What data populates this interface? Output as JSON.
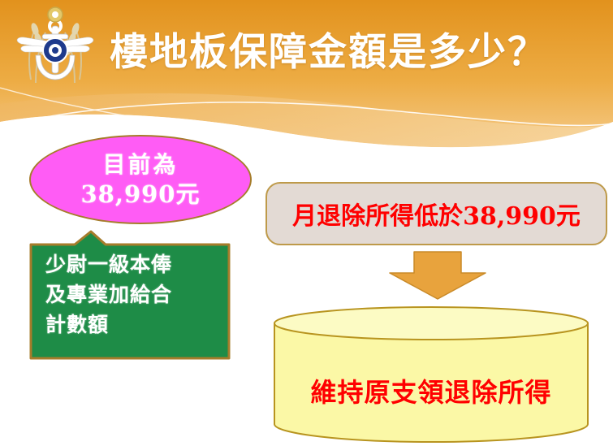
{
  "slide": {
    "title": "樓地板保障金額是多少？",
    "emblem_name": "rocmnd-emblem"
  },
  "colors": {
    "header_top": "#E2921D",
    "header_bottom": "#F3C377",
    "pink": "#FF5CF5",
    "green": "#1E8C47",
    "gold_border": "#A67C2B",
    "arrow_orange": "#E8A33D",
    "cylinder_yellow": "#FBF8A6",
    "cond_box_bg": "#E3DAD4",
    "red_text": "#FF0000"
  },
  "pink_oval": {
    "line1": "目前為",
    "line2": "38,990元"
  },
  "green_callout": {
    "line1": "少尉一級本俸",
    "line2": "及專業加給合",
    "line3": "計數額"
  },
  "condition_box": {
    "text": "月退除所得低於38,990元"
  },
  "arrow": {
    "name": "down-arrow-icon"
  },
  "cylinder": {
    "text": "維持原支領退除所得"
  }
}
